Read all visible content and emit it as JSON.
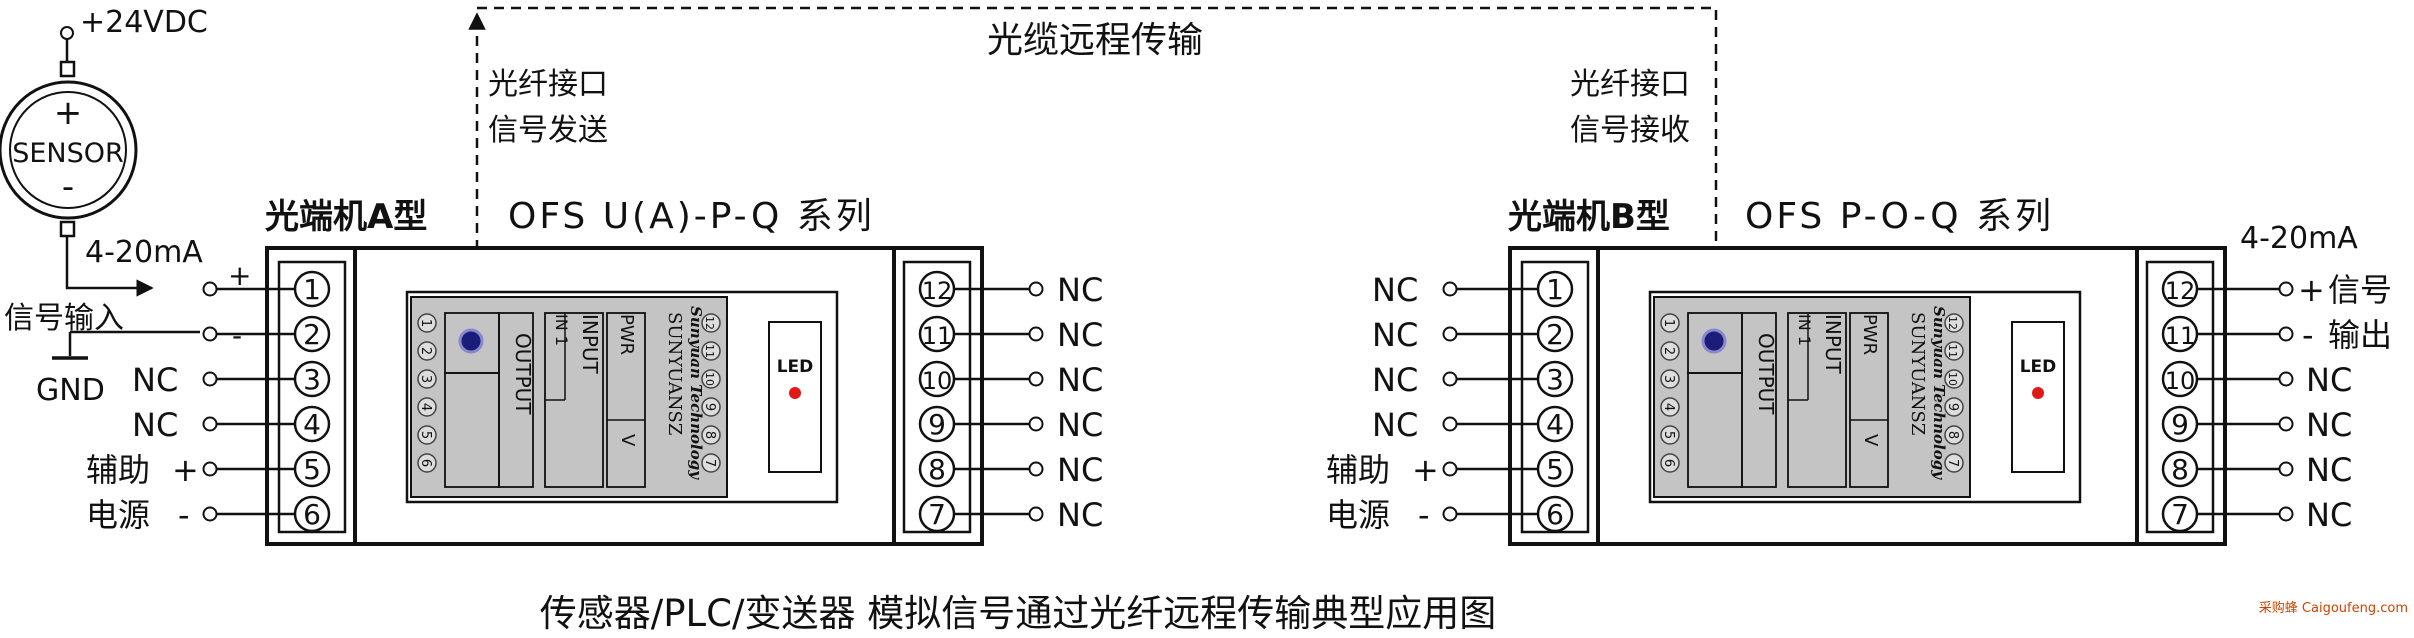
{
  "title": "光缆远程传输",
  "caption": "传感器/PLC/变送器 模拟信号通过光纤远程传输典型应用图",
  "watermark": "采购蜂 Caigoufeng.com",
  "power": {
    "label": "+24VDC"
  },
  "sensor": {
    "name": "SENSOR",
    "plus": "+",
    "minus": "-"
  },
  "sensor_signal": {
    "range": "4-20mA",
    "label": "信号输入",
    "plus": "+",
    "minus": "-"
  },
  "gnd": "GND",
  "nc": "NC",
  "aux_power": {
    "label1": "辅助",
    "label2": "电源",
    "plus": "+",
    "minus": "-"
  },
  "unit_a": {
    "type_label": "光端机A型",
    "series_label": "OFS U(A)-P-Q 系列",
    "fiber_label1": "光纤接口",
    "fiber_label2": "信号发送",
    "panel": {
      "output": "OUTPUT",
      "input": "INPUT",
      "in1": "IN 1",
      "pwr": "PWR",
      "v": "V",
      "brand": "SUNYUANSZ",
      "company": "Sunyuan Technology",
      "led": "LED"
    }
  },
  "unit_b": {
    "type_label": "光端机B型",
    "series_label": "OFS P-O-Q 系列",
    "fiber_label1": "光纤接口",
    "fiber_label2": "信号接收",
    "out_range": "4-20mA",
    "out_label1": "信号",
    "out_label2": "输出",
    "plus": "+",
    "minus": "-"
  },
  "terminals_left": [
    "1",
    "2",
    "3",
    "4",
    "5",
    "6"
  ],
  "terminals_right": [
    "12",
    "11",
    "10",
    "9",
    "8",
    "7"
  ],
  "panel_left_nums": [
    "1",
    "2",
    "3",
    "4",
    "5",
    "6"
  ],
  "panel_right_nums": [
    "12",
    "11",
    "10",
    "9",
    "8",
    "7"
  ]
}
